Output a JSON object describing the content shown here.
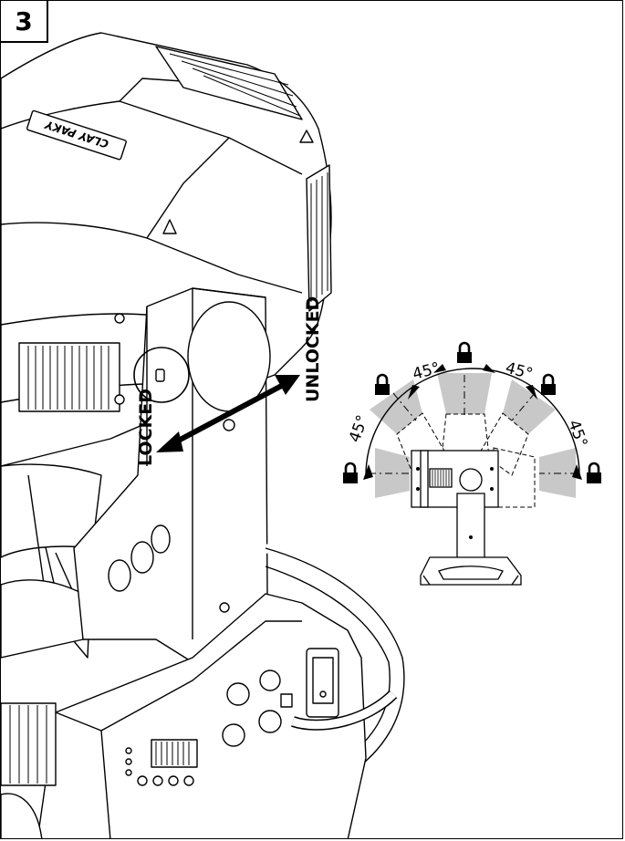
{
  "figure": {
    "number": "3",
    "labels": {
      "locked": "LOCKED",
      "unlocked": "UNLOCKED"
    },
    "logo_text": "CLAY PAKY",
    "tilt_lock_diagram": {
      "angle_labels": [
        "45°",
        "45°",
        "45°",
        "45°"
      ],
      "lock_positions": 5,
      "lock_icon": "padlock-icon"
    }
  },
  "colors": {
    "line": "#000000",
    "shade": "#c8c8c8",
    "background": "#ffffff"
  }
}
